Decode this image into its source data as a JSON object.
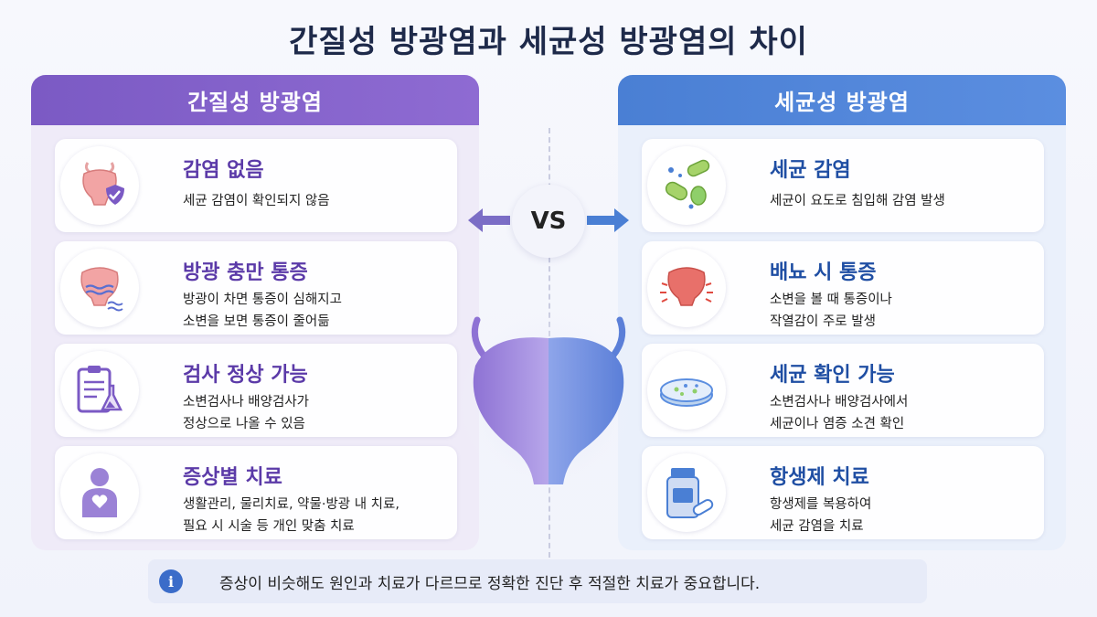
{
  "title": "간질성 방광염과 세균성 방광염의 차이",
  "vs_label": "VS",
  "colors": {
    "left_accent": "#7b5ac4",
    "right_accent": "#4a7fd4",
    "left_title": "#5b3aa8",
    "right_title": "#1f4ea3",
    "info": "#3b6cc9"
  },
  "left": {
    "header": "간질성 방광염",
    "cards": [
      {
        "icon": "bladder-shield-icon",
        "title": "감염 없음",
        "desc": [
          "세균 감염이 확인되지 않음"
        ]
      },
      {
        "icon": "bladder-pain-icon",
        "title": "방광 충만 통증",
        "desc": [
          "방광이 차면 통증이 심해지고",
          "소변을 보면 통증이 줄어듦"
        ]
      },
      {
        "icon": "clipboard-flask-icon",
        "title": "검사 정상 가능",
        "desc": [
          "소변검사나 배양검사가",
          "정상으로 나올 수 있음"
        ]
      },
      {
        "icon": "person-heart-icon",
        "title": "증상별 치료",
        "desc": [
          "생활관리, 물리치료, 약물·방광 내 치료,",
          "필요 시 시술 등 개인 맞춤 치료"
        ]
      }
    ]
  },
  "right": {
    "header": "세균성 방광염",
    "cards": [
      {
        "icon": "bacteria-icon",
        "title": "세균 감염",
        "desc": [
          "세균이 요도로 침입해 감염 발생"
        ]
      },
      {
        "icon": "bladder-burning-icon",
        "title": "배뇨 시 통증",
        "desc": [
          "소변을 볼 때 통증이나",
          "작열감이 주로 발생"
        ]
      },
      {
        "icon": "petri-dish-icon",
        "title": "세균 확인 가능",
        "desc": [
          "소변검사나 배양검사에서",
          "세균이나 염증 소견 확인"
        ]
      },
      {
        "icon": "pill-bottle-icon",
        "title": "항생제 치료",
        "desc": [
          "항생제를 복용하여",
          "세균 감염을 치료"
        ]
      }
    ]
  },
  "footer": {
    "icon": "info-icon",
    "text": "증상이 비슷해도 원인과 치료가 다르므로 정확한 진단 후 적절한 치료가 중요합니다."
  }
}
